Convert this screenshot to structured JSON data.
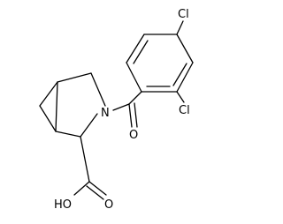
{
  "molecule": {
    "atom_labels": {
      "cl_top": "Cl",
      "cl_ortho": "Cl",
      "nitrogen": "N",
      "carbonyl_oxygen": "O",
      "acid_carbonyl_oxygen": "O",
      "hydroxyl": "HO"
    }
  }
}
